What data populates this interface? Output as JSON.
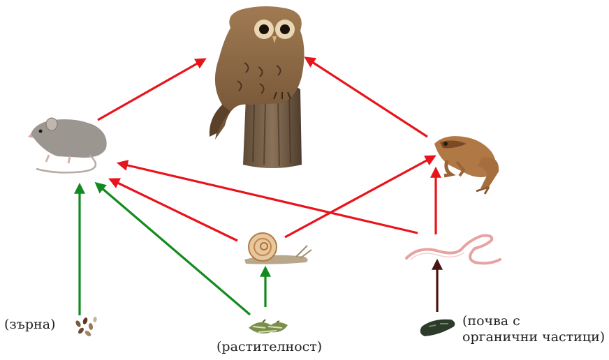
{
  "nodes": {
    "owl": {
      "icon": "owl-on-stump-icon"
    },
    "mouse": {
      "icon": "mouse-icon"
    },
    "frog": {
      "icon": "frog-icon"
    },
    "snail": {
      "icon": "snail-icon"
    },
    "worm": {
      "icon": "earthworm-icon"
    },
    "grains": {
      "icon": "grains-icon",
      "label": "(зърна)"
    },
    "vegetation": {
      "icon": "vegetation-icon",
      "label": "(растителност)"
    },
    "soil": {
      "icon": "soil-icon",
      "label_line1": "(почва с",
      "label_line2": "органични частици)"
    }
  },
  "edges": [
    {
      "from": "mouse",
      "to": "owl",
      "color": "#e8141b"
    },
    {
      "from": "frog",
      "to": "owl",
      "color": "#e8141b"
    },
    {
      "from": "snail",
      "to": "frog",
      "color": "#e8141b"
    },
    {
      "from": "worm",
      "to": "frog",
      "color": "#e8141b"
    },
    {
      "from": "snail",
      "to": "mouse",
      "color": "#e8141b"
    },
    {
      "from": "worm",
      "to": "mouse",
      "color": "#e8141b"
    },
    {
      "from": "grains",
      "to": "mouse",
      "color": "#138a1e"
    },
    {
      "from": "vegetation",
      "to": "mouse",
      "color": "#138a1e"
    },
    {
      "from": "vegetation",
      "to": "snail",
      "color": "#138a1e"
    },
    {
      "from": "soil",
      "to": "worm",
      "color": "#4a1410"
    }
  ]
}
